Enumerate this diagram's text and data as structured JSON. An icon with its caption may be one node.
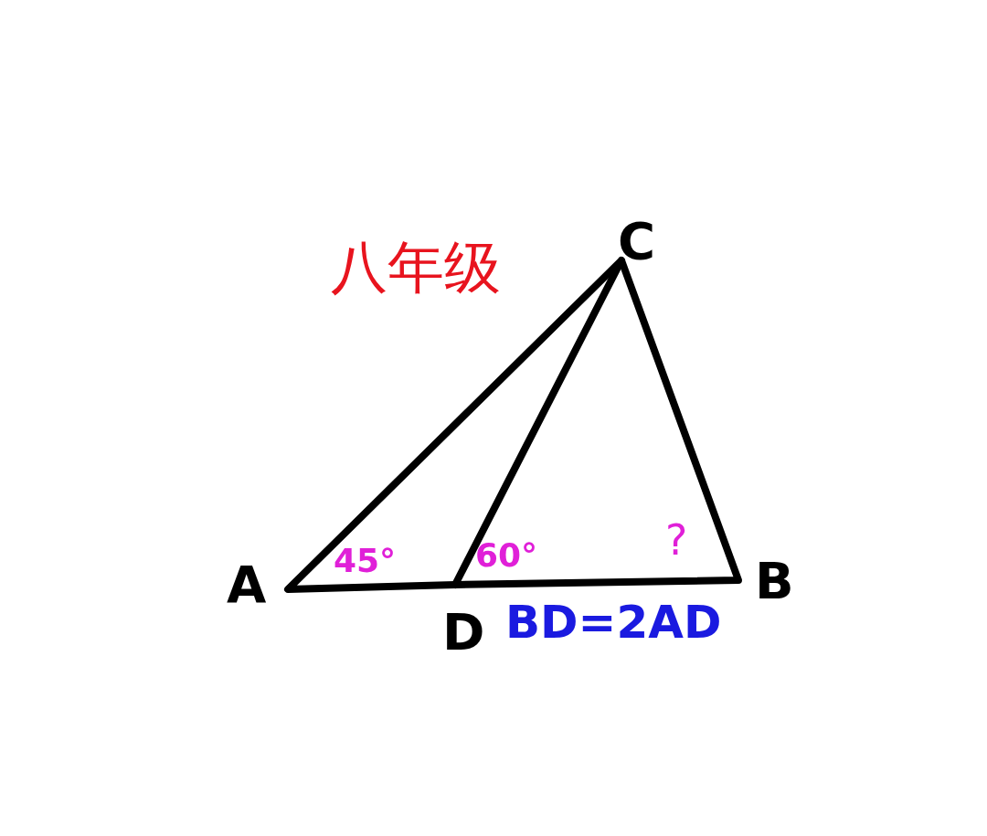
{
  "diagram": {
    "labels": [
      "C",
      "八年级",
      "?",
      "45°",
      "60°",
      "A",
      "B",
      "D",
      "BD=2AD"
    ]
  }
}
